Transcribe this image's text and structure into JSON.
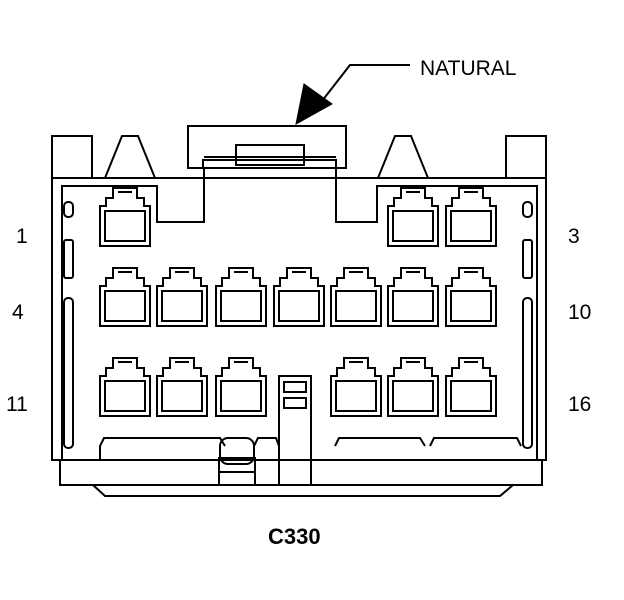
{
  "callout": {
    "text": "NATURAL"
  },
  "pin_labels": {
    "p1": "1",
    "p3": "3",
    "p4": "4",
    "p10": "10",
    "p11": "11",
    "p16": "16"
  },
  "connector": {
    "id": "C330"
  },
  "colors": {
    "line": "#000000",
    "background": "#ffffff"
  }
}
